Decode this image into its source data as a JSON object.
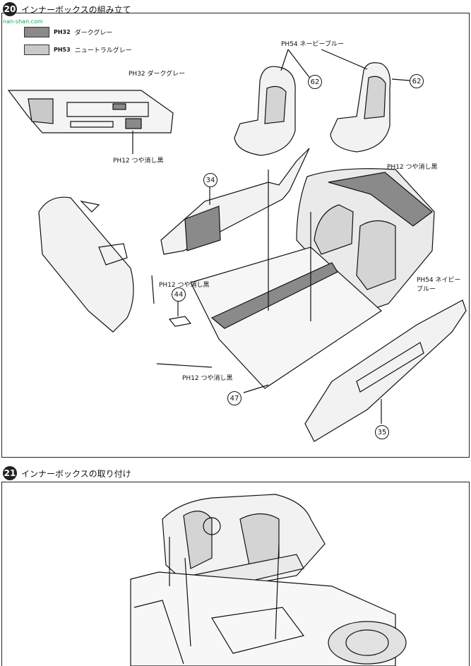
{
  "step20": {
    "number": "20",
    "title": "インナーボックスの組み立て",
    "legend": [
      {
        "code": "PH32",
        "text": "ダークグレー",
        "color": "#8a8a8a"
      },
      {
        "code": "PH53",
        "text": "ニュートラルグレー",
        "color": "#c9c9c9"
      }
    ],
    "labels": {
      "dash_color": "PH32 ダークグレー",
      "dash_matte": "PH12 つや消し黒",
      "seats_color": "PH54 ネービーブルー",
      "rear_matte": "PH12 つや消し黒",
      "rear_navy": "PH54 ネイビーブルー",
      "mid_matte": "PH12 つや消し黒",
      "floor_matte": "PH12 つや消し黒"
    },
    "parts": {
      "seat_left": "62",
      "seat_right": "62",
      "door_left": "34",
      "shifter": "44",
      "floor": "47",
      "door_right": "35"
    }
  },
  "step21": {
    "number": "21",
    "title": "インナーボックスの取り付け"
  },
  "watermark": "nan-shan.com",
  "colors": {
    "line": "#111111",
    "dark_fill": "#9a9a9a",
    "light_fill": "#d4d4d4"
  }
}
